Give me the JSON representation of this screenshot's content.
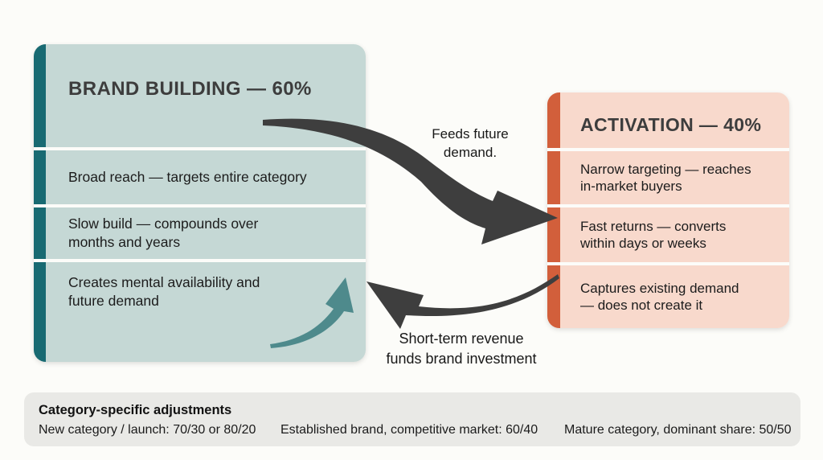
{
  "page": {
    "bg_color": "#fcfcf9"
  },
  "brand_card": {
    "title": "BRAND BUILDING — 60%",
    "stripe_color": "#186a72",
    "bg_color": "#c5d8d5",
    "rows": [
      [
        "Broad reach — targets entire category"
      ],
      [
        "Slow build — compounds over",
        "months and years"
      ],
      [
        "Creates mental availability and",
        "future demand"
      ]
    ]
  },
  "activation_card": {
    "title": "ACTIVATION — 40%",
    "stripe_color": "#d25f3b",
    "bg_color": "#f8d9cc",
    "rows": [
      [
        "Narrow targeting — reaches",
        "in-market buyers"
      ],
      [
        "Fast returns — converts",
        "within days or weeks"
      ],
      [
        "Captures existing demand",
        "— does not create it"
      ]
    ]
  },
  "arrows": {
    "dark_color": "#3e3e3e",
    "teal_color": "#4e8a8c",
    "feeds_label_lines": [
      "Feeds future",
      "demand."
    ],
    "returns_label_lines": [
      "Short-term revenue",
      "funds brand investment"
    ]
  },
  "footer": {
    "bg_color": "#e9e9e6",
    "title": "Category-specific adjustments",
    "items": [
      "New category / launch: 70/30 or 80/20",
      "Established brand, competitive market: 60/40",
      "Mature category, dominant share: 50/50"
    ]
  }
}
